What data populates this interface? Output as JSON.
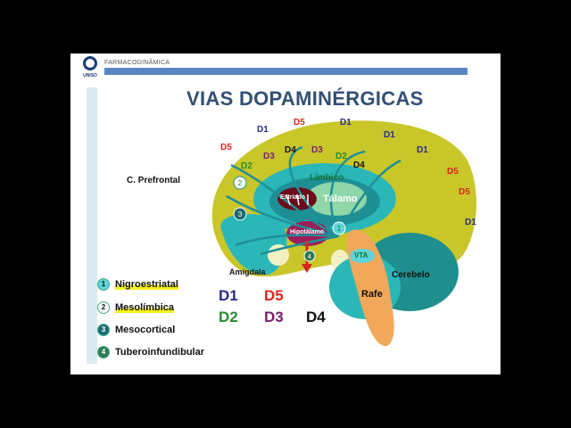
{
  "header": {
    "label": "FARMACODINÂMICA",
    "logo_text": "UNISO"
  },
  "title": "VIAS DOPAMINÉRGICAS",
  "regions": {
    "prefrontal": "C. Prefrontal",
    "limbico": "Límbico",
    "estriado": "Estriado",
    "talamo": "Tálamo",
    "hipotalamo": "Hipotálamo",
    "amigdala": "Amígdala",
    "vta": "VTA",
    "cerebelo": "Cerebelo",
    "rafe": "Rafe"
  },
  "receptor_labels": [
    {
      "text": "D5",
      "color": "#d9261c"
    },
    {
      "text": "D1",
      "color": "#262a86"
    },
    {
      "text": "D1",
      "color": "#262a86"
    },
    {
      "text": "D1",
      "color": "#262a86"
    },
    {
      "text": "D5",
      "color": "#d9261c"
    },
    {
      "text": "D1",
      "color": "#262a86"
    },
    {
      "text": "D4",
      "color": "#111111"
    },
    {
      "text": "D3",
      "color": "#7a1f6e"
    },
    {
      "text": "D2",
      "color": "#2b8a2b"
    },
    {
      "text": "D3",
      "color": "#7a1f6e"
    },
    {
      "text": "D4",
      "color": "#111111"
    },
    {
      "text": "D2",
      "color": "#2b8a2b"
    },
    {
      "text": "D5",
      "color": "#d9261c"
    },
    {
      "text": "D5",
      "color": "#d9261c"
    },
    {
      "text": "D1",
      "color": "#262a86"
    }
  ],
  "receptor_legend": [
    {
      "text": "D1",
      "color": "#262a86"
    },
    {
      "text": "D5",
      "color": "#d9261c"
    },
    {
      "text": "D2",
      "color": "#2b8a2b"
    },
    {
      "text": "D3",
      "color": "#7a1f6e"
    },
    {
      "text": "D4",
      "color": "#111111"
    }
  ],
  "pathways": [
    {
      "number": "1",
      "label": "Nigroestriatal",
      "color": "#5fd3dc"
    },
    {
      "number": "2",
      "label": "Mesolímbica",
      "color": "#ffffff"
    },
    {
      "number": "3",
      "label": "Mesocortical",
      "color": "#1f6d73"
    },
    {
      "number": "4",
      "label": "Tuberoinfundibular",
      "color": "#2f7a55"
    }
  ],
  "colors": {
    "cortex": "#c9c62a",
    "limbic": "#2bb7b8",
    "thalamus": "#8fd6a8",
    "cerebellum": "#1e8e8f",
    "raphe": "#f2a85b",
    "highlight": "#f4f01a"
  }
}
